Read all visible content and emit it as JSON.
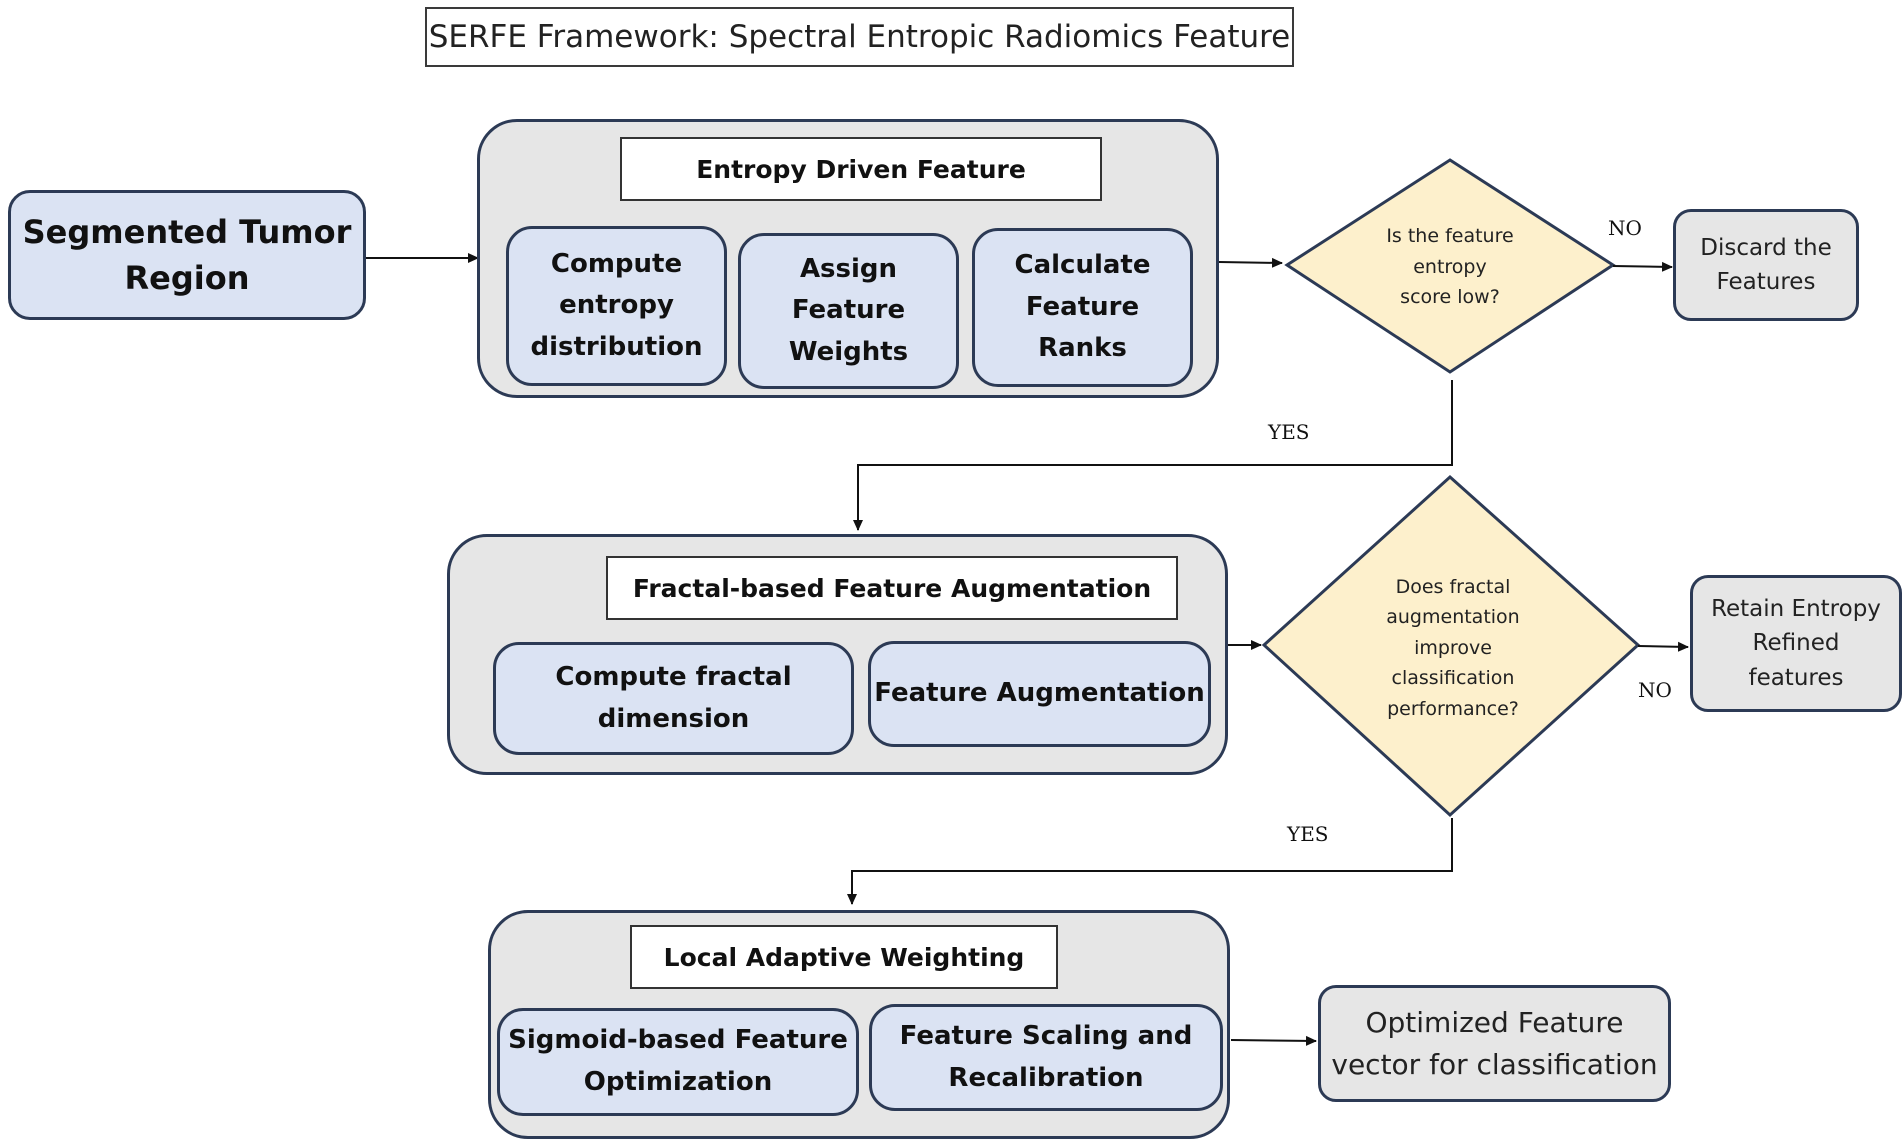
{
  "title": "SERFE Framework: Spectral Entropic Radiomics Feature",
  "start": "Segmented Tumor\nRegion",
  "stage1": {
    "header": "Entropy Driven Feature",
    "steps": [
      "Compute\nentropy\ndistribution",
      "Assign\nFeature\nWeights",
      "Calculate\nFeature\nRanks"
    ]
  },
  "decision1": {
    "question": "Is the feature\nentropy\nscore low?",
    "no_label": "NO",
    "yes_label": "YES",
    "no_output": "Discard the\nFeatures"
  },
  "stage2": {
    "header": "Fractal-based Feature Augmentation",
    "steps": [
      "Compute fractal\ndimension",
      "Feature Augmentation"
    ]
  },
  "decision2": {
    "question": "Does fractal\naugmentation\nimprove\nclassification\nperformance?",
    "no_label": "NO",
    "yes_label": "YES",
    "no_output": "Retain Entropy\nRefined\nfeatures"
  },
  "stage3": {
    "header": "Local Adaptive Weighting",
    "steps": [
      "Sigmoid-based Feature\nOptimization",
      "Feature Scaling and\nRecalibration"
    ]
  },
  "final_output": "Optimized Feature\nvector for classification",
  "colors": {
    "panel_fill": "#e6e6e6",
    "panel_border": "#2c3a55",
    "step_fill": "#dbe3f3",
    "decision_fill": "#fdf0cc",
    "header_fill": "#ffffff"
  }
}
